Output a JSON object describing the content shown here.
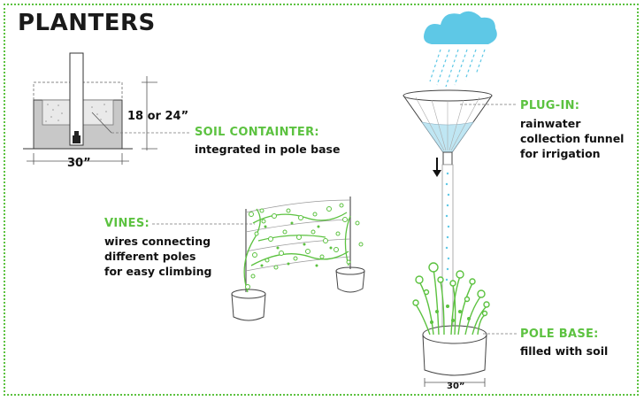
{
  "title": "PLANTERS",
  "soil": {
    "head": "SOIL CONTAINTER:",
    "body": "integrated in pole base",
    "height_dim": "18 or 24”",
    "width_dim": "30”"
  },
  "vines": {
    "head": "VINES:",
    "lines": [
      "wires connecting",
      "different poles",
      "for easy climbing"
    ]
  },
  "plugin": {
    "head": "PLUG-IN:",
    "lines": [
      "rainwater",
      "collection funnel",
      "for irrigation"
    ]
  },
  "pole_base": {
    "head": "POLE BASE:",
    "body": "filled with soil",
    "width_dim": "30”"
  },
  "colors": {
    "accent": "#5cc240",
    "cloud": "#5ec8e6",
    "water": "#bfe6f3",
    "soil": "#c8c8c8"
  }
}
